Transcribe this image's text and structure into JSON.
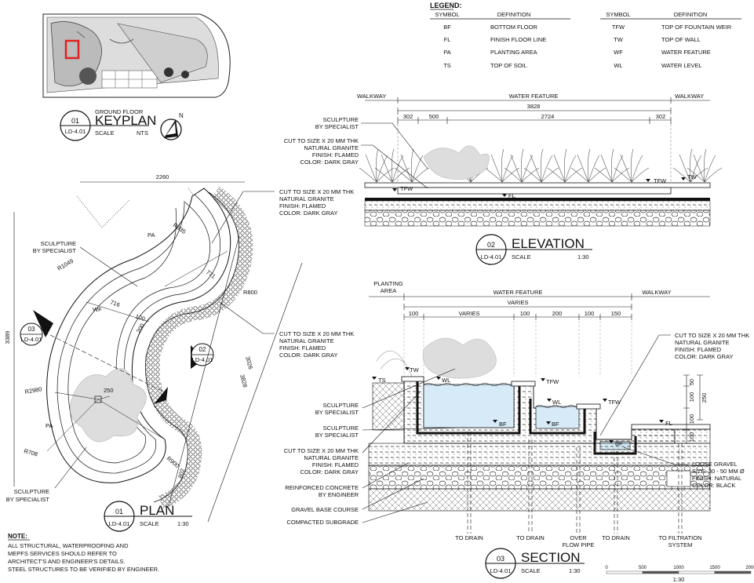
{
  "legend": {
    "title": "LEGEND:",
    "headers": {
      "symbol": "SYMBOL",
      "definition": "DEFINITION"
    },
    "left": [
      {
        "symbol": "BF",
        "definition": "BOTTOM FLOOR"
      },
      {
        "symbol": "FL",
        "definition": "FINISH FLOOR LINE"
      },
      {
        "symbol": "PA",
        "definition": "PLANTING AREA"
      },
      {
        "symbol": "TS",
        "definition": "TOP OF SOIL"
      }
    ],
    "right": [
      {
        "symbol": "TFW",
        "definition": "TOP OF FOUNTAIN WEIR"
      },
      {
        "symbol": "TW",
        "definition": "TOP OF WALL"
      },
      {
        "symbol": "WF",
        "definition": "WATER FEATURE"
      },
      {
        "symbol": "WL",
        "definition": "WATER LEVEL"
      }
    ]
  },
  "keyplan": {
    "number": "01",
    "sheet": "LD-4.01",
    "caption": "GROUND FLOOR",
    "title": "KEYPLAN",
    "scale_label": "SCALE",
    "scale": "NTS",
    "north": "N"
  },
  "plan": {
    "number": "01",
    "sheet": "LD-4.01",
    "title": "PLAN",
    "scale_label": "SCALE",
    "scale": "1:30",
    "dims": {
      "top": "2260",
      "left": "3389",
      "r935": "R935",
      "r1049": "R1049",
      "d771": "771",
      "r800": "R800",
      "d716": "716",
      "d100": "100",
      "d200": "200",
      "d250": "250",
      "r2980": "R2980",
      "r708": "R708",
      "r900": "R900",
      "d802": "802",
      "d3026": "3026",
      "d3828": "3828"
    },
    "labels": {
      "pa": "PA",
      "wf": "WF"
    },
    "section_ref": {
      "number": "03",
      "sheet": "LD-4.01"
    },
    "elevation_ref": {
      "number": "02",
      "sheet": "LD-4.01"
    },
    "notes": {
      "sculpture_top": [
        "SCULPTURE",
        "BY SPECIALIST"
      ],
      "sculpture_bottom": [
        "SCULPTURE",
        "BY SPECIALIST"
      ],
      "granite_top": [
        "CUT TO SIZE X 20 MM THK",
        "NATURAL GRANITE",
        "FINISH: FLAMED",
        "COLOR: DARK GRAY"
      ],
      "granite_mid": [
        "CUT TO SIZE X 20 MM THK",
        "NATURAL GRANITE",
        "FINISH: FLAMED",
        "COLOR: DARK GRAY"
      ]
    }
  },
  "elevation": {
    "number": "02",
    "sheet": "LD-4.01",
    "title": "ELEVATION",
    "scale_label": "SCALE",
    "scale": "1:30",
    "zones": {
      "walkway_l": "WALKWAY",
      "water_feature": "WATER FEATURE",
      "walkway_r": "WALKWAY"
    },
    "dims": {
      "total": "3828",
      "d1": "302",
      "d2": "500",
      "d3": "2724",
      "d4": "302"
    },
    "markers": {
      "tfw_l": "TFW",
      "fl": "FL",
      "tfw_r": "TFW",
      "tw": "TW"
    },
    "notes": {
      "sculpture": [
        "SCULPTURE",
        "BY SPECIALIST"
      ],
      "granite": [
        "CUT TO SIZE X 20 MM THK",
        "NATURAL GRANITE",
        "FINISH: FLAMED",
        "COLOR: DARK GRAY"
      ]
    }
  },
  "section": {
    "number": "03",
    "sheet": "LD-4.01",
    "title": "SECTION",
    "scale_label": "SCALE",
    "scale": "1:30",
    "zones": {
      "planting": [
        "PLANTING",
        "AREA"
      ],
      "water_feature": "WATER FEATURE",
      "walkway": "WALKWAY",
      "varies": "VARIES"
    },
    "dims": {
      "a": "100",
      "b": "VARIES",
      "c": "100",
      "d": "200",
      "e": "100",
      "f": "150"
    },
    "vdims": {
      "v50": "50",
      "v100a": "100",
      "v100b": "100",
      "v250": "250",
      "v100c": "100"
    },
    "markers": {
      "ts": "TS",
      "tw": "TW",
      "wl1": "WL",
      "tfw1": "TFW",
      "wl2": "WL",
      "tfw2": "TFW",
      "bf1": "BF",
      "bf2": "BF",
      "bf3": "BF",
      "fl": "FL"
    },
    "notes": {
      "sculpture1": [
        "SCULPTURE",
        "BY SPECIALIST"
      ],
      "sculpture2": [
        "SCULPTURE",
        "BY SPECIALIST"
      ],
      "granite_l": [
        "CUT TO SIZE X 20 MM THK",
        "NATURAL GRANITE",
        "FINISH: FLAMED",
        "COLOR: DARK GRAY"
      ],
      "concrete": [
        "REINFORCED CONCRETE",
        "BY ENGINEER"
      ],
      "gravel_base": "GRAVEL BASE COURSE",
      "subgrade": "COMPACTED SUBGRADE",
      "granite_r": [
        "CUT TO SIZE X 20 MM THK",
        "NATURAL GRANITE",
        "FINISH: FLAMED",
        "COLOR: DARK GRAY"
      ],
      "loose_gravel": [
        "LOOSE GRAVEL",
        "SIZE: 30 - 50 MM Ø",
        "FINISH: NATURAL",
        "COLOR: BLACK"
      ]
    },
    "bottom": {
      "drain1": "TO DRAIN",
      "drain2": "TO DRAIN",
      "overflow": [
        "OVER",
        "FLOW PIPE"
      ],
      "drain3": "TO DRAIN",
      "filtration": [
        "TO FILTRATION",
        "SYSTEM"
      ]
    }
  },
  "note": {
    "title": "NOTE:",
    "lines": [
      "ALL STRUCTURAL, WATERPROOFING AND",
      "MEPFS SERVICES SHOULD REFER TO",
      "ARCHITECT'S AND ENGINEER'S DETAILS.",
      "STEEL STRUCTURES TO BE VERIFIED BY ENGINEER."
    ]
  },
  "scalebar": {
    "ticks": [
      "0",
      "500",
      "1000",
      "1500",
      "2000"
    ],
    "label": "1:30"
  }
}
